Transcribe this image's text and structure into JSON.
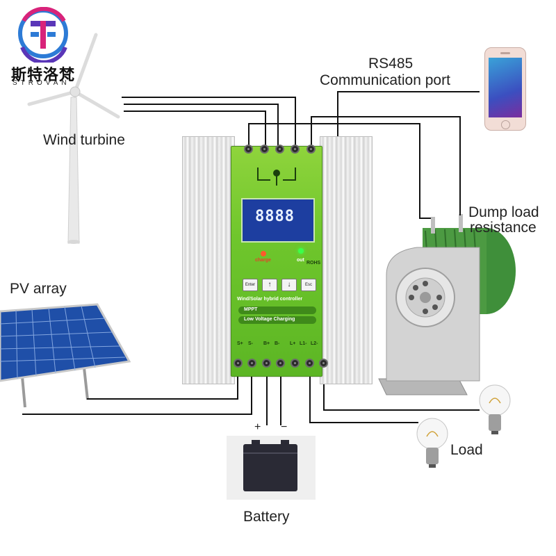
{
  "logo": {
    "chinese": "斯特洛梵",
    "english": "STROVAN",
    "colors": [
      "#d8237a",
      "#5a36b8",
      "#2d7bd6"
    ]
  },
  "labels": {
    "wind_turbine": "Wind turbine",
    "pv_array": "PV array",
    "rs485_line1": "RS485",
    "rs485_line2": "Communication port",
    "dump_load_line1": "Dump load",
    "dump_load_line2": "resistance",
    "load": "Load",
    "battery": "Battery",
    "battery_plus": "+",
    "battery_minus": "−"
  },
  "controller": {
    "display_digits": "8888",
    "charge_label": "charge",
    "out_label": "out",
    "rohs": "ROHS",
    "buttons": [
      "Enter",
      "↑",
      "↓",
      "Esc"
    ],
    "title": "Wind/Solar hybrid controller",
    "feature_1": "MPPT",
    "feature_2": "Low Voltage Charging",
    "terminal_labels": [
      "S+",
      "S-",
      "B+",
      "B-",
      "L+",
      "L1-",
      "L2-"
    ],
    "panel_color": "#6fc62c",
    "lcd_color": "#1d3ea0"
  },
  "wire_color": "#111111"
}
